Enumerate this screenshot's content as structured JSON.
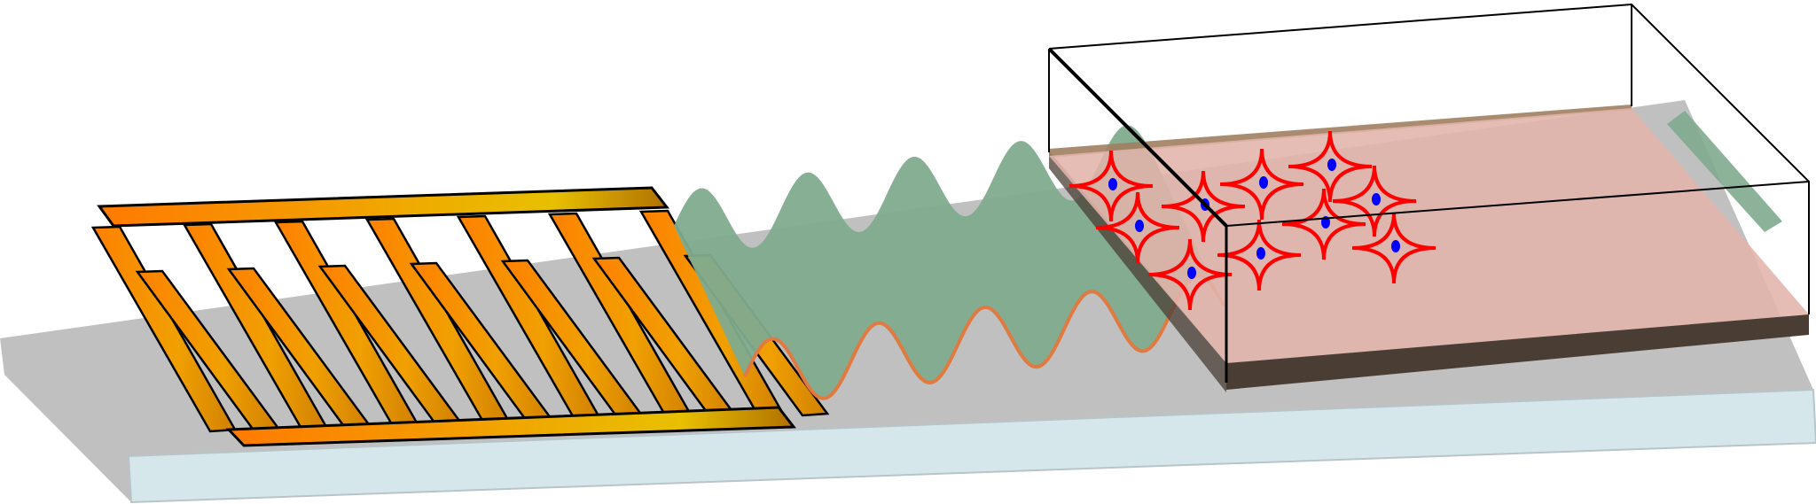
{
  "colors": {
    "substrate_top": "#c0c0c0",
    "substrate_front": "#d6e7ec",
    "electrode_start": "#ff7a00",
    "electrode_end": "#e8c000",
    "wave_fill": "#7fab8e",
    "wave_edge": "#e07a40",
    "film_top": "#e2b4aa",
    "film_side": "#4a3e34",
    "film_back": "#a08060",
    "skyrmion": "#ff0000",
    "core": "#0000ff",
    "outline": "#000000"
  },
  "idt": {
    "finger_pairs": 7
  },
  "wave": {
    "periods": 4.5
  },
  "skyrmions": {
    "count": 10
  }
}
